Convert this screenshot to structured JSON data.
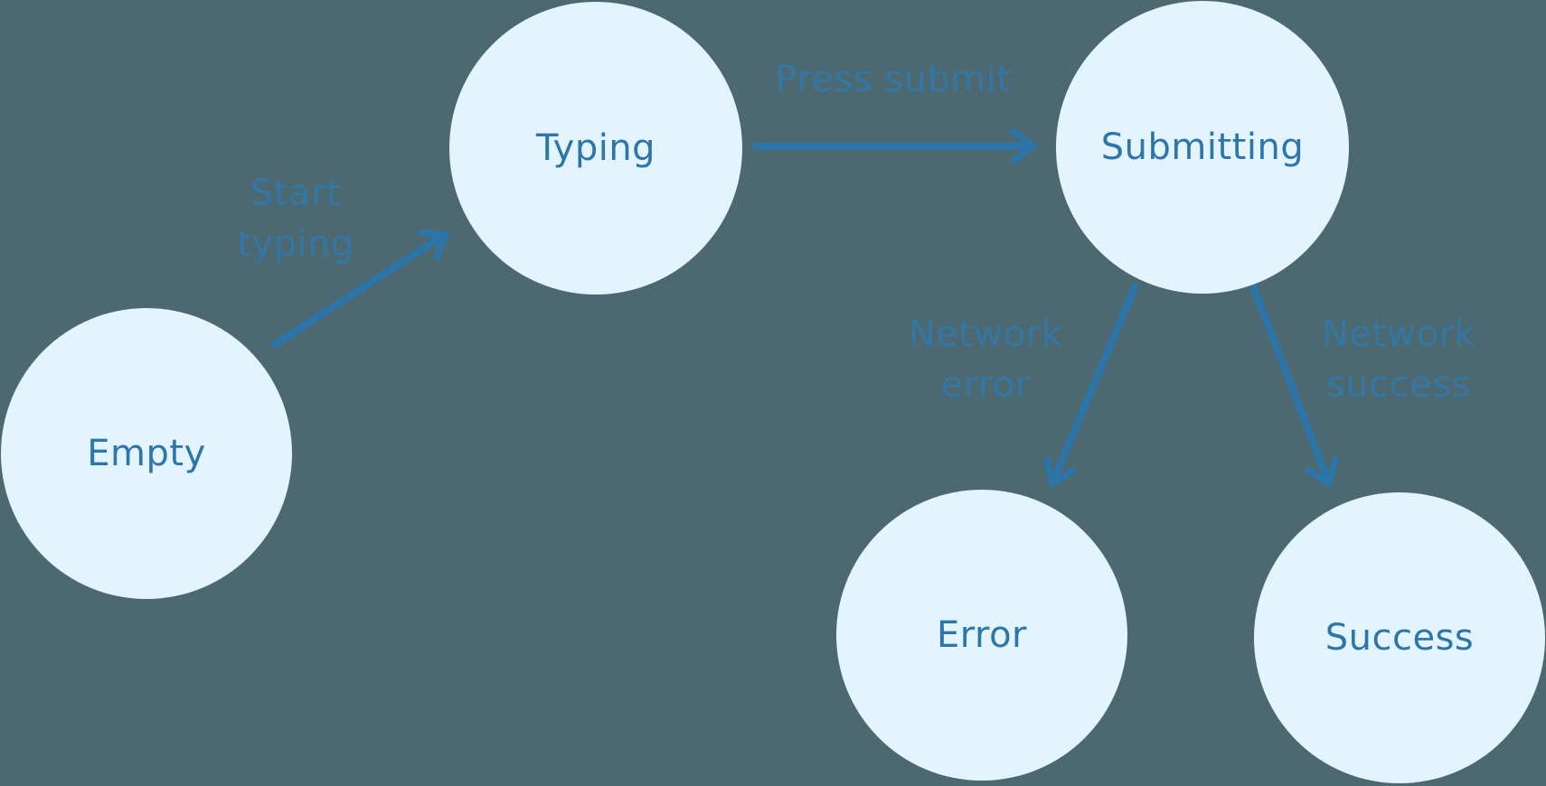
{
  "diagram": {
    "kind": "state-machine",
    "colors": {
      "background": "#4C6870",
      "node_fill": "#E3F4FE",
      "node_text": "#2D76A9",
      "arrow": "#2C75A9",
      "edge_label_text": "#3179A9"
    },
    "nodes": [
      {
        "id": "empty",
        "label": "Empty"
      },
      {
        "id": "typing",
        "label": "Typing"
      },
      {
        "id": "submitting",
        "label": "Submitting"
      },
      {
        "id": "error",
        "label": "Error"
      },
      {
        "id": "success",
        "label": "Success"
      }
    ],
    "edges": [
      {
        "from": "empty",
        "to": "typing",
        "label": "Start typing"
      },
      {
        "from": "typing",
        "to": "submitting",
        "label": "Press submit"
      },
      {
        "from": "submitting",
        "to": "error",
        "label": "Network error"
      },
      {
        "from": "submitting",
        "to": "success",
        "label": "Network success"
      }
    ]
  }
}
